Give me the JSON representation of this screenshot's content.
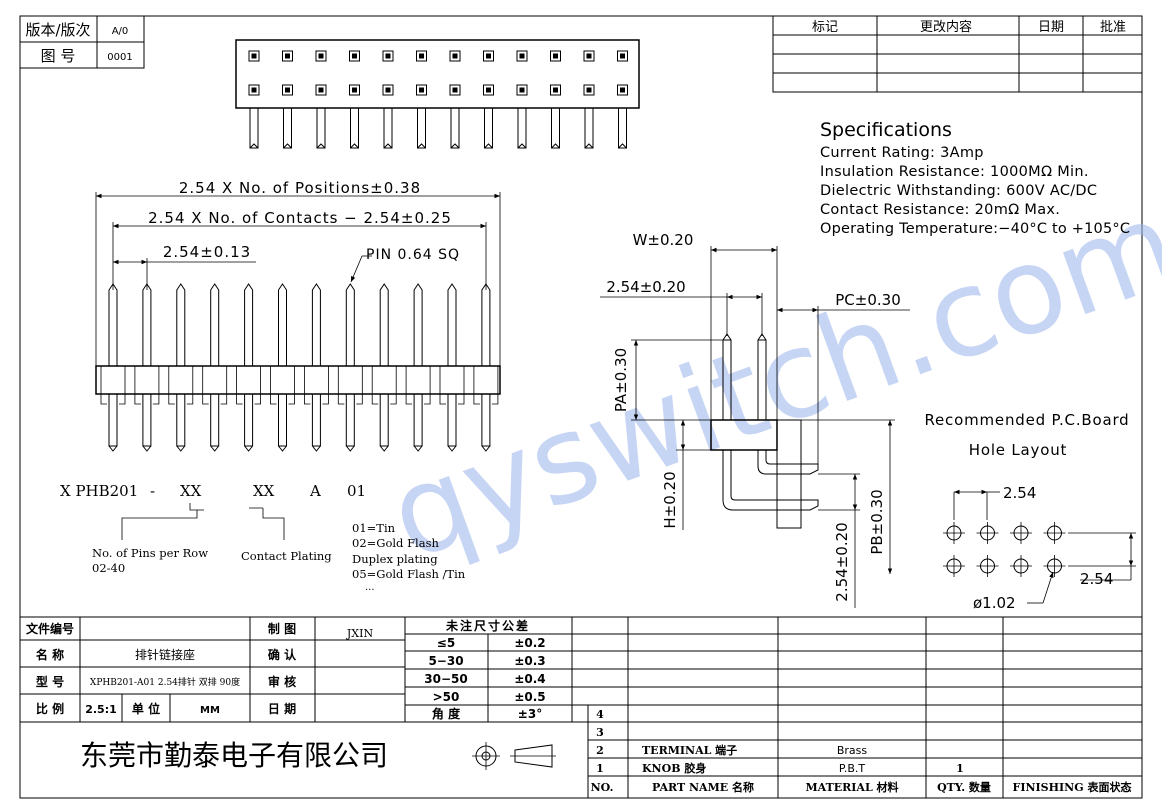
{
  "revision_box": {
    "label_version": "版本/版次",
    "value_version": "A/0",
    "label_drawing_no": "图 号",
    "value_drawing_no": "0001"
  },
  "change_table": {
    "headers": [
      "标记",
      "更改内容",
      "日期",
      "批准"
    ]
  },
  "specifications": {
    "title": "Specifications",
    "lines": [
      "Current Rating:  3Amp",
      "Insulation Resistance: 1000MΩ Min.",
      "Dielectric Withstanding:  600V AC/DC",
      "Contact Resistance:  20mΩ Max.",
      "Operating Temperature:−40°C to +105°C"
    ]
  },
  "dims_front": {
    "positions": "2.54 X No. of Positions±0.38",
    "contacts": "2.54 X No. of Contacts − 2.54±0.25",
    "pitch": "2.54±0.13",
    "pin": "PIN 0.64 SQ"
  },
  "dims_side": {
    "w": "W±0.20",
    "pitch": "2.54±0.20",
    "pc": "PC±0.30",
    "pa": "PA±0.30",
    "h": "H±0.20",
    "pb": "PB±0.30",
    "pitch_v": "2.54±0.20"
  },
  "hole_layout": {
    "title1": "Recommended P.C.Board",
    "title2": "Hole Layout",
    "pitch_h": "2.54",
    "pitch_v": "2.54",
    "hole_dia": "ø1.02"
  },
  "part_code": {
    "prefix": "X PHB201",
    "dash": "-",
    "pins": "XX",
    "plating": "XX",
    "suffix_a": "A",
    "suffix_01": "01",
    "pins_label": "No. of Pins per Row",
    "pins_range": "02-40",
    "plating_label": "Contact Plating",
    "plating_options": [
      "01=Tin",
      "02=Gold Flash",
      "Duplex plating",
      "05=Gold Flash /Tin",
      "..."
    ]
  },
  "watermark": "qyswitch.com",
  "title_block": {
    "file_no_label": "文件编号",
    "name_label": "名  称",
    "name_value": "排针链接座",
    "model_label": "型  号",
    "model_value": "XPHB201-A01 2.54排针 双排  90度",
    "scale_label": "比  例",
    "scale_value": "2.5:1",
    "unit_label": "单  位",
    "unit_value": "MM",
    "drawn_label": "制  图",
    "drawn_value": "JXIN",
    "checked_label": "确  认",
    "audit_label": "审  核",
    "date_label": "日  期",
    "tolerance_title": "未注尺寸公差",
    "tolerances": [
      {
        "range": "≤5",
        "tol": "±0.2"
      },
      {
        "range": "5−30",
        "tol": "±0.3"
      },
      {
        "range": "30−50",
        "tol": "±0.4"
      },
      {
        "range": ">50",
        "tol": "±0.5"
      },
      {
        "range": "角  度",
        "tol": "±3°"
      }
    ],
    "company": "东莞市勤泰电子有限公司"
  },
  "bom": {
    "headers": {
      "no": "NO.",
      "part": "PART  NAME  名称",
      "material": "MATERIAL 材料",
      "qty": "QTY. 数量",
      "finish": "FINISHING 表面状态"
    },
    "rows": [
      {
        "no": "4",
        "part": "",
        "material": "",
        "qty": ""
      },
      {
        "no": "3",
        "part": "",
        "material": "",
        "qty": ""
      },
      {
        "no": "2",
        "part": "TERMINAL  端子",
        "material": "Brass",
        "qty": ""
      },
      {
        "no": "1",
        "part": "KNOB  胶身",
        "material": "P.B.T",
        "qty": "1"
      }
    ]
  }
}
